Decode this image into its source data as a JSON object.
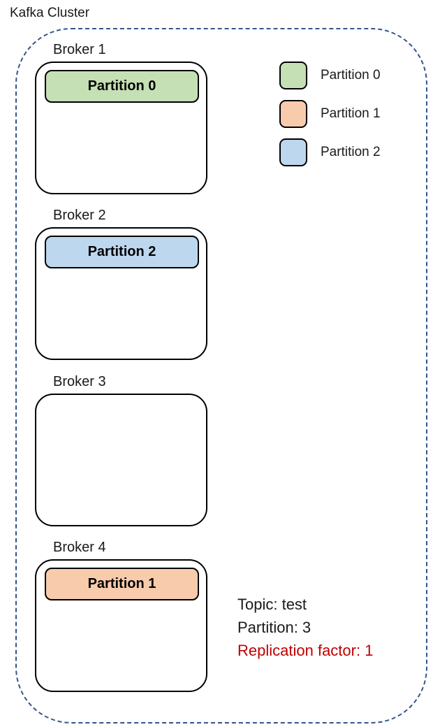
{
  "cluster": {
    "title": "Kafka Cluster",
    "border_color": "#33558C"
  },
  "colors": {
    "partition0": "#C5E0B4",
    "partition1": "#F8CBAD",
    "partition2": "#BDD7EE",
    "replication_warning": "#C00000",
    "box_border": "#000000"
  },
  "brokers": [
    {
      "label": "Broker 1",
      "partitions": [
        {
          "label": "Partition 0",
          "color": "#C5E0B4"
        }
      ]
    },
    {
      "label": "Broker 2",
      "partitions": [
        {
          "label": "Partition 2",
          "color": "#BDD7EE"
        }
      ]
    },
    {
      "label": "Broker 3",
      "partitions": []
    },
    {
      "label": "Broker 4",
      "partitions": [
        {
          "label": "Partition 1",
          "color": "#F8CBAD"
        }
      ]
    }
  ],
  "legend": {
    "items": [
      {
        "label": "Partition 0",
        "color": "#C5E0B4"
      },
      {
        "label": "Partition 1",
        "color": "#F8CBAD"
      },
      {
        "label": "Partition 2",
        "color": "#BDD7EE"
      }
    ]
  },
  "info": {
    "lines": [
      {
        "text": "Topic: test",
        "color": "#1A1A1A"
      },
      {
        "text": "Partition: 3",
        "color": "#1A1A1A"
      },
      {
        "text": "Replication factor: 1",
        "color": "#C00000"
      }
    ]
  }
}
